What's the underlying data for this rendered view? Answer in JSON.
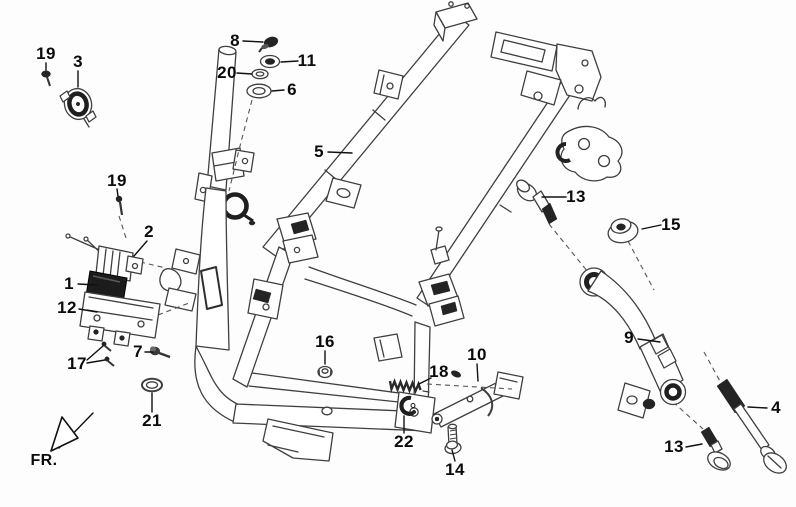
{
  "colors": {
    "background": "#fdfdfd",
    "line_art": "#3f3f3f",
    "dark_parts": "#242424",
    "label_text": "#0b0b0b"
  },
  "callouts": [
    {
      "part": "19"
    },
    {
      "part": "3"
    },
    {
      "part": "8"
    },
    {
      "part": "20"
    },
    {
      "part": "11"
    },
    {
      "part": "6"
    },
    {
      "part": "5"
    },
    {
      "part": "19"
    },
    {
      "part": "2"
    },
    {
      "part": "1"
    },
    {
      "part": "12"
    },
    {
      "part": "17"
    },
    {
      "part": "7"
    },
    {
      "part": "21"
    },
    {
      "part": "16"
    },
    {
      "part": "18"
    },
    {
      "part": "10"
    },
    {
      "part": "22"
    },
    {
      "part": "14"
    },
    {
      "part": "13"
    },
    {
      "part": "15"
    },
    {
      "part": "9"
    },
    {
      "part": "4"
    },
    {
      "part": "13"
    }
  ],
  "direction_indicator": {
    "text": "FR."
  }
}
